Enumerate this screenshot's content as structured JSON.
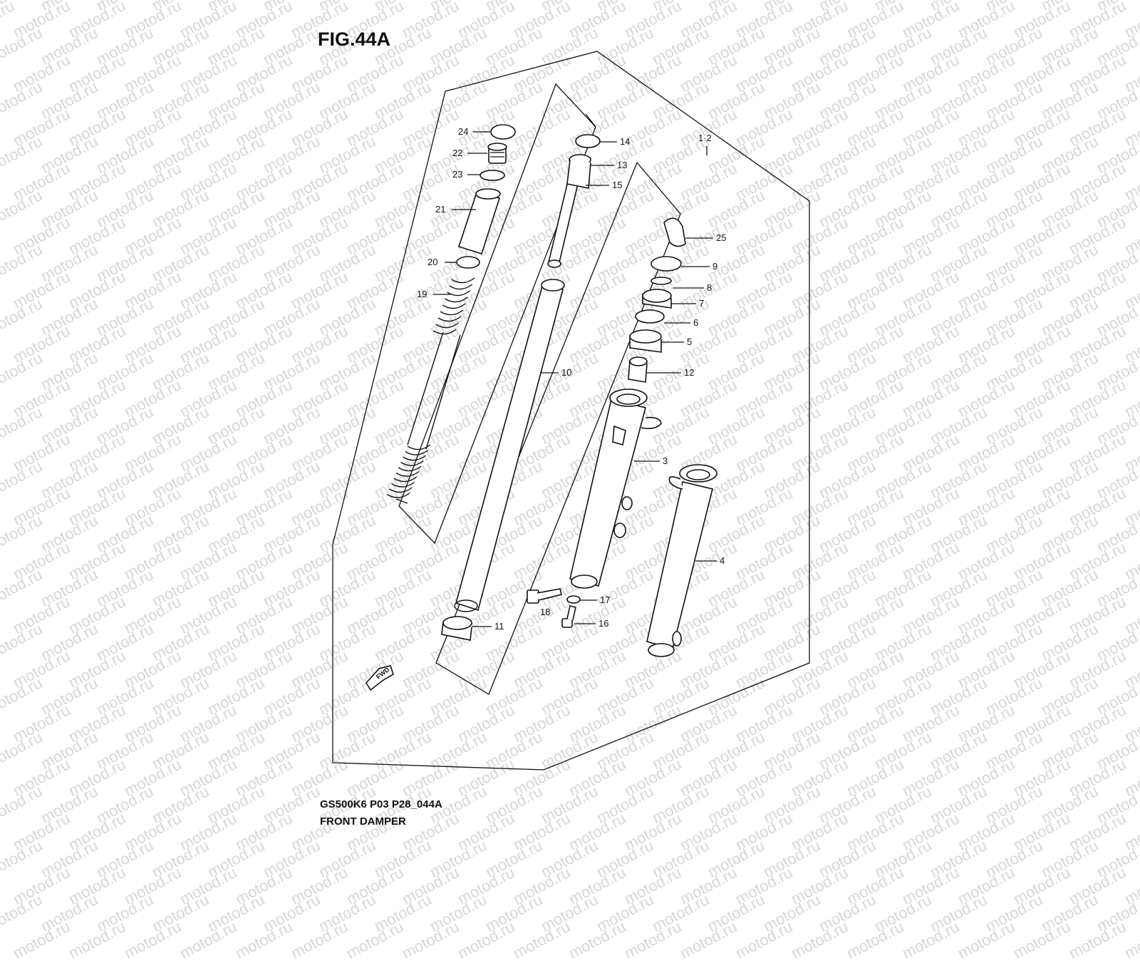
{
  "figure": {
    "title": "FIG.44A",
    "model_code": "GS500K6 P03 P28_044A",
    "name": "FRONT DAMPER"
  },
  "watermark": "motod.ru",
  "fwd_arrow_label": "FWD",
  "assembly_label": "1·2",
  "callouts": [
    "24",
    "22",
    "23",
    "21",
    "20",
    "19",
    "14",
    "13",
    "15",
    "10",
    "11",
    "25",
    "9",
    "8",
    "7",
    "6",
    "5",
    "12",
    "3",
    "4",
    "18",
    "17",
    "16"
  ]
}
